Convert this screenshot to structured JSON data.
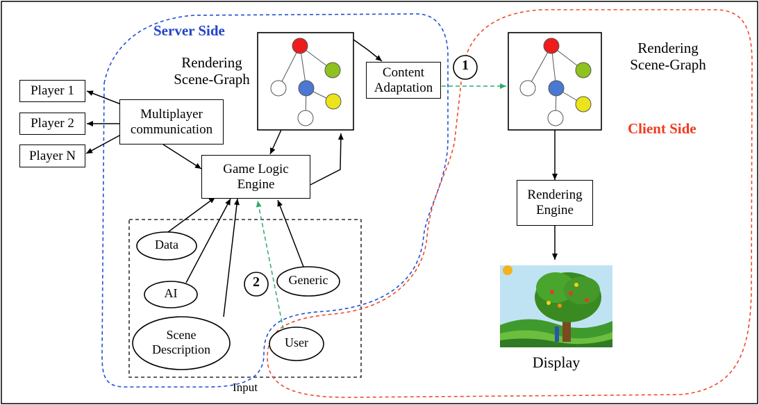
{
  "colors": {
    "server_dash": "#1f4fd8",
    "client_dash": "#f04a2a",
    "server_label": "#2244c8",
    "client_label": "#f03a1e",
    "arrow_green": "#2faa6a",
    "node_red": "#ee1c1c",
    "node_green": "#8dc21f",
    "node_blue": "#4b78d2",
    "node_yellow": "#ebe41a"
  },
  "labels": {
    "server_side": "Server Side",
    "client_side": "Client Side",
    "rendering_scene_graph_server": [
      "Rendering",
      "Scene-Graph"
    ],
    "rendering_scene_graph_client": [
      "Rendering",
      "Scene-Graph"
    ],
    "input": "Input",
    "display": "Display",
    "step1": "1",
    "step2": "2"
  },
  "players": [
    "Player 1",
    "Player 2",
    "Player N"
  ],
  "boxes": {
    "multiplayer": [
      "Multiplayer",
      "communication"
    ],
    "game_logic": [
      "Game Logic",
      "Engine"
    ],
    "content_adaptation": [
      "Content",
      "Adaptation"
    ],
    "rendering_engine": [
      "Rendering",
      "Engine"
    ]
  },
  "inputs": {
    "data": "Data",
    "ai": "AI",
    "generic": "Generic",
    "scene_description": [
      "Scene",
      "Description"
    ],
    "user": "User"
  },
  "icons": {
    "scene_graph": "tree-graph-icon",
    "display": "tree-landscape-image"
  }
}
